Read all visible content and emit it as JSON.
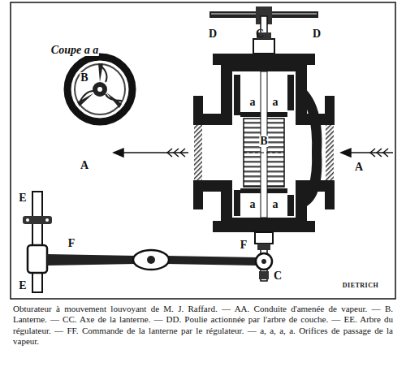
{
  "diagram": {
    "caption": "Obturateur à mouvement louvoyant de M. J. Raffard. — AA. Conduite d'amenée de vapeur. — B. Lanterne. — CC. Axe de la lanterne. — DD. Poulie actionnée par l'arbre de couche. — EE. Arbre du régulateur. — FF. Commande de la lanterne par le régulateur. — a, a, a, a. Orifices de passage de la vapeur.",
    "labels": [
      "Coupe a a",
      "B",
      "D",
      "C",
      "D",
      "A",
      "A",
      "a",
      "a",
      "B",
      "a",
      "a",
      "E",
      "F",
      "F",
      "C",
      "E",
      "DIETRICH"
    ]
  }
}
